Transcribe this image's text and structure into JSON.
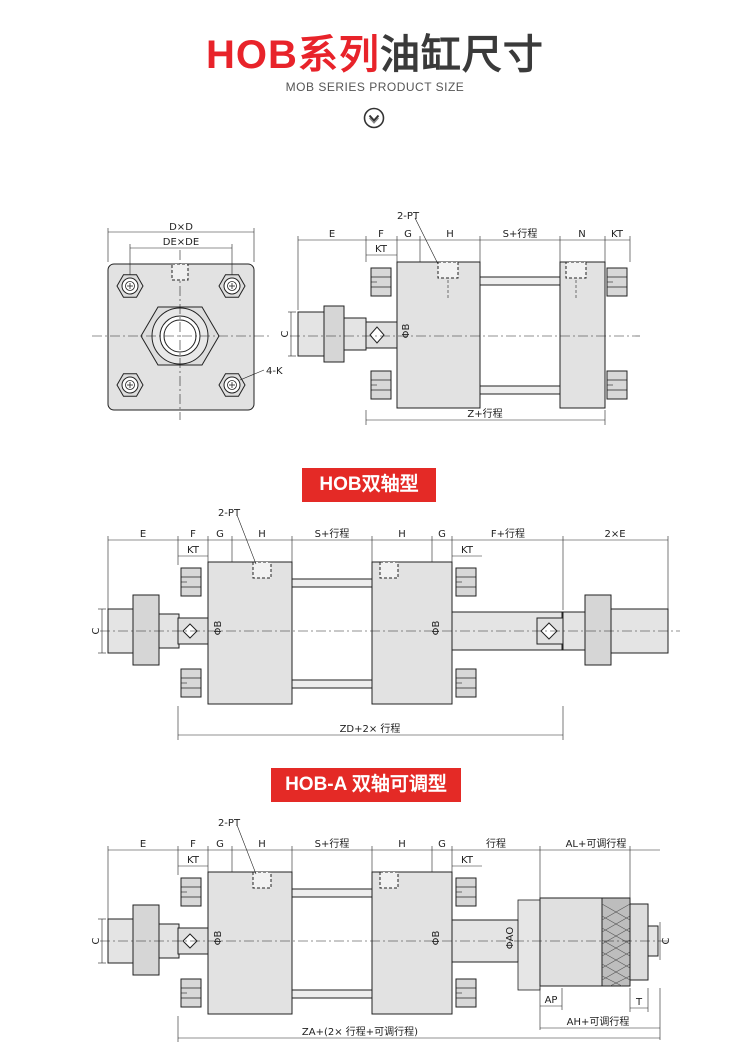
{
  "header": {
    "title_red": "HOB系列",
    "title_dark": "油缸尺寸",
    "subtitle": "MOB SERIES PRODUCT SIZE",
    "chevron_icon": "chevron-down-circle-icon"
  },
  "sections": {
    "double_rod_label": "HOB双轴型",
    "adjustable_label": "HOB-A 双轴可调型"
  },
  "drawing1": {
    "front": {
      "dxd": "D×D",
      "dexde": "DE×DE",
      "holes": "4-K"
    },
    "side": {
      "e": "E",
      "f": "F",
      "g": "G",
      "h": "H",
      "s": "S+行程",
      "n": "N",
      "kt": "KT",
      "kt2": "KT",
      "pt": "2-PT",
      "c": "C",
      "phib": "ΦB",
      "z": "Z+行程"
    }
  },
  "drawing2": {
    "e": "E",
    "f": "F",
    "g": "G",
    "h": "H",
    "s": "S+行程",
    "h2": "H",
    "g2": "G",
    "fs": "F+行程",
    "two_e": "2×E",
    "kt": "KT",
    "kt2": "KT",
    "pt": "2-PT",
    "c": "C",
    "phib": "ΦB",
    "phib2": "ΦB",
    "zd": "ZD+2× 行程"
  },
  "drawing3": {
    "e": "E",
    "f": "F",
    "g": "G",
    "h": "H",
    "s": "S+行程",
    "h2": "H",
    "g2": "G",
    "stroke": "行程",
    "al": "AL+可调行程",
    "kt": "KT",
    "kt2": "KT",
    "pt": "2-PT",
    "c": "C",
    "phib": "ΦB",
    "phib2": "ΦB",
    "phiao": "ΦAO",
    "c2": "C",
    "ap": "AP",
    "t": "T",
    "ah": "AH+可调行程",
    "za": "ZA+(2× 行程+可调行程)"
  }
}
